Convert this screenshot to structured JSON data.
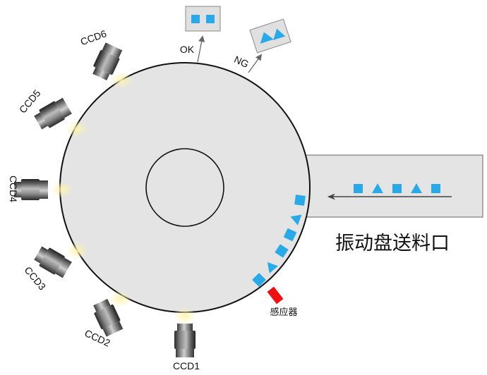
{
  "labels": {
    "ccd1": "CCD1",
    "ccd2": "CCD2",
    "ccd3": "CCD3",
    "ccd4": "CCD4",
    "ccd5": "CCD5",
    "ccd6": "CCD6",
    "ok": "OK",
    "ng": "NG",
    "sensor": "感应器",
    "feeder": "振动盘送料口"
  },
  "colors": {
    "turntable": "#e4e4e4",
    "outline": "#111111",
    "part": "#29a9e8",
    "sensor": "#ee1111",
    "glow": "#fff2b8",
    "box": "#e0e0e0",
    "box_border": "#888888",
    "feeder": "#e4e4e4"
  },
  "icons": {
    "camera": "camera-icon",
    "sensor": "sensor-icon",
    "square_part": "square-part-icon",
    "triangle_part": "triangle-part-icon"
  }
}
